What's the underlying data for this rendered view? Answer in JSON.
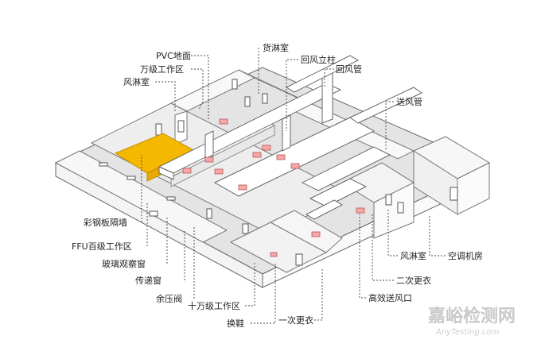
{
  "labels": {
    "pvc_floor": "PVC地面",
    "class_10000_zone": "万级工作区",
    "air_shower_left": "风淋室",
    "cargo_shower": "货淋室",
    "return_air_column": "回风立柱",
    "return_air_duct": "回风管",
    "supply_air_duct": "送风管",
    "color_steel_wall": "彩钢板隔墙",
    "ffu_class_100_zone": "FFU百级工作区",
    "glass_window": "玻璃观察窗",
    "pass_box": "传递窗",
    "pressure_damper": "余压阀",
    "class_100000_zone": "十万级工作区",
    "shoe_change": "换鞋",
    "first_changing": "一次更衣",
    "hepa_outlet": "高效送风口",
    "second_changing": "二次更衣",
    "air_shower_right": "风淋室",
    "ac_room": "空调机房"
  },
  "watermark": {
    "text": "嘉峪检测网",
    "url": "AnyTesting.com"
  },
  "colors": {
    "ffu_zone": "#f5b800",
    "duct": "#ffffff",
    "floor": "#e4e4e4",
    "wall_top": "#f3f3f3",
    "outlet": "#f4a9a8",
    "line": "#555555"
  }
}
